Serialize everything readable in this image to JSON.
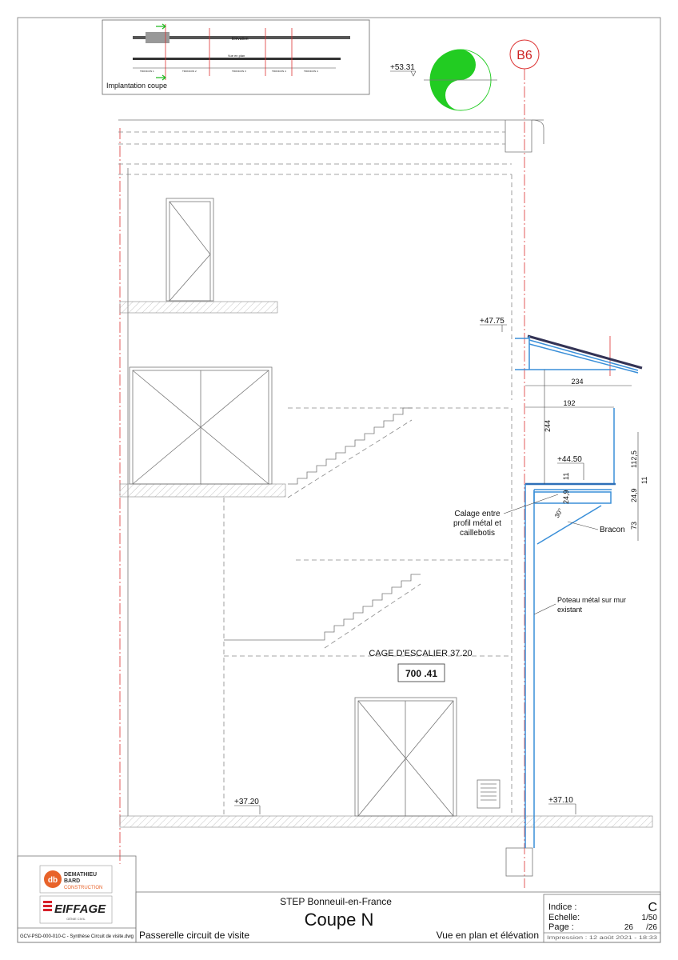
{
  "inset": {
    "elevation_label": "Elévation",
    "plan_label": "Vue en plan",
    "troncons": [
      "TRONCON 1",
      "TRONCON 2",
      "TRONCON 3",
      "TRONCON 4",
      "TRONCON 4"
    ],
    "caption": "Implantation coupe"
  },
  "grid_axis": "B6",
  "levels": {
    "top": "+53.31",
    "canopy": "+47.75",
    "platform": "+44.50",
    "ground_left": "+37.20",
    "ground_right": "+37.10"
  },
  "dimensions": {
    "d234": "234",
    "d192": "192",
    "d244": "244",
    "d112_5": "112,5",
    "d11a": "11",
    "d11b": "11",
    "d24_9a": "24,9",
    "d24_9b": "24,9",
    "d73": "73",
    "angle": "30°"
  },
  "annotations": {
    "calage": [
      "Calage entre",
      "profil métal et",
      "caillebotis"
    ],
    "bracon": "Bracon",
    "poteau": [
      "Poteau métal sur mur",
      "existant"
    ],
    "room_name": "CAGE D'ESCALIER 37.20",
    "room_code": "700 .41"
  },
  "title_block": {
    "logo1": [
      "DEMATHIEU",
      "BARD",
      "CONSTRUCTION"
    ],
    "logo2": [
      "EIFFAGE",
      "GÉNIE CIVIL"
    ],
    "file_name": "GCV-PSD-000-010-C - Synthèse Circuit de visite.dwg",
    "project": "STEP Bonneuil-en-France",
    "title": "Coupe N",
    "subtitle_left": "Passerelle circuit de visite",
    "subtitle_right": "Vue en plan et élévation",
    "indice_label": "Indice :",
    "indice_value": "C",
    "echelle_label": "Echelle:",
    "echelle_value": "1/50",
    "page_label": "Page :",
    "page_value": "26",
    "page_total": "/26",
    "impression": "Impression : 12 août 2021 - 18:33"
  },
  "colors": {
    "accent_red": "#d33333",
    "steel_blue": "#3a8fd8",
    "compass_green": "#22cc22",
    "logo_orange": "#e8632a",
    "logo_red": "#d6202a"
  }
}
